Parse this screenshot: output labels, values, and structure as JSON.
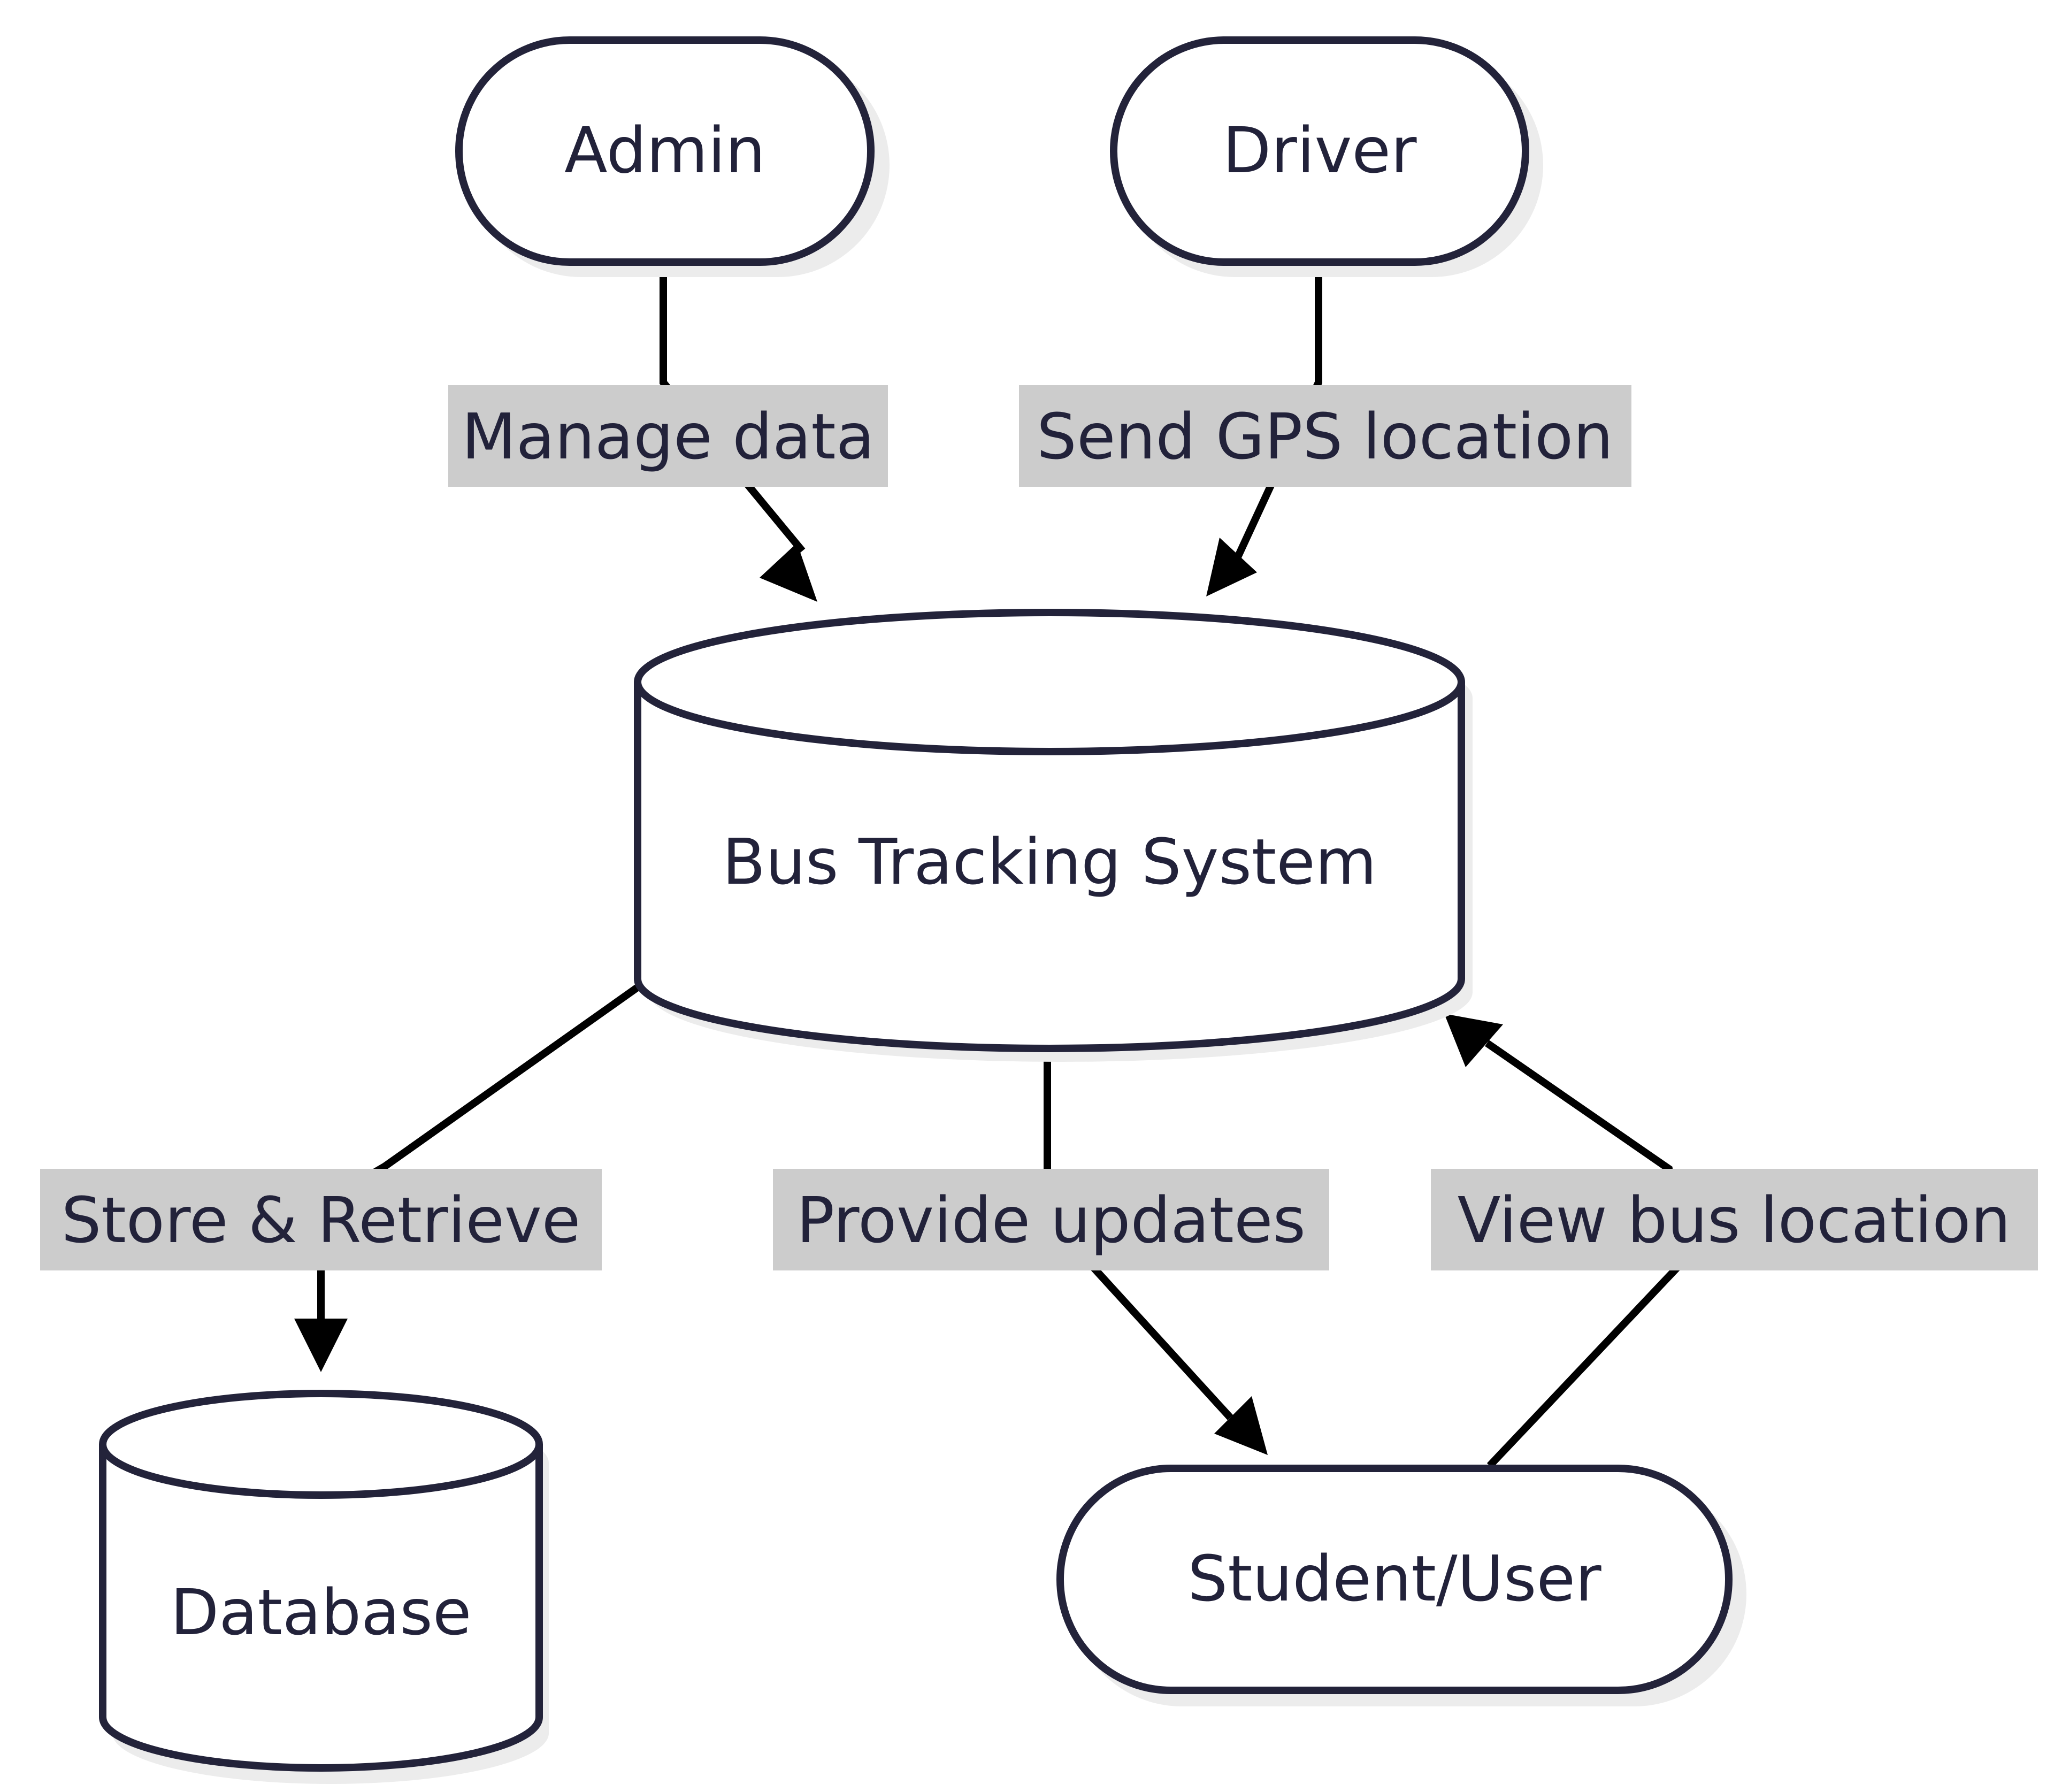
{
  "nodes": {
    "admin": "Admin",
    "driver": "Driver",
    "system": "Bus Tracking System",
    "database": "Database",
    "student": "Student/User"
  },
  "edges": {
    "manage": "Manage data",
    "gps": "Send GPS location",
    "store": "Store & Retrieve",
    "updates": "Provide updates",
    "view": "View bus location"
  }
}
